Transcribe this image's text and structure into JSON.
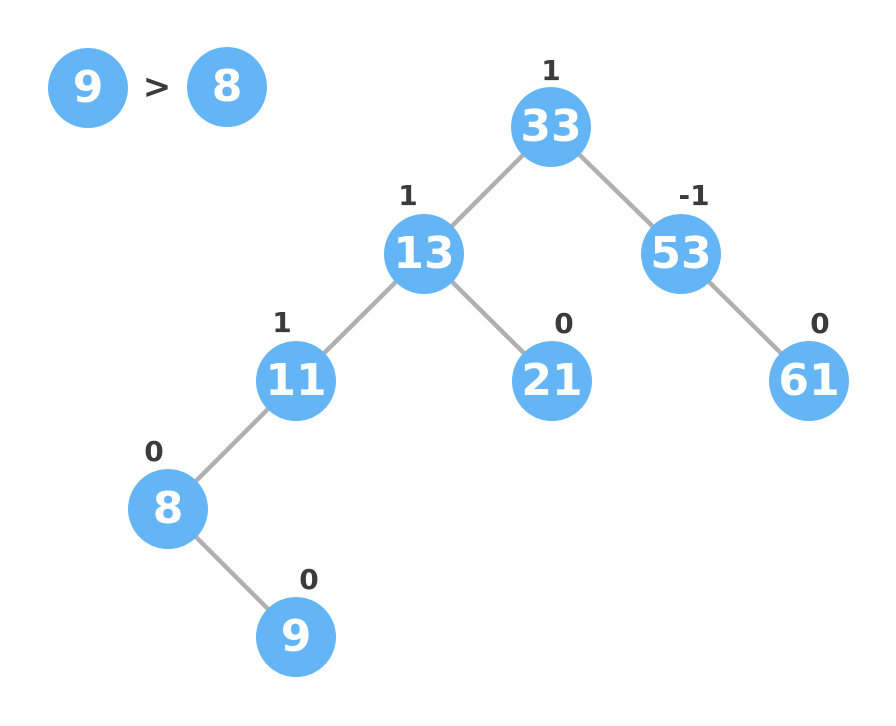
{
  "comparison": {
    "left_value": "9",
    "operator": ">",
    "right_value": "8"
  },
  "tree": {
    "nodes": [
      {
        "value": "33",
        "balance_factor": "1"
      },
      {
        "value": "13",
        "balance_factor": "1"
      },
      {
        "value": "53",
        "balance_factor": "-1"
      },
      {
        "value": "11",
        "balance_factor": "1"
      },
      {
        "value": "21",
        "balance_factor": "0"
      },
      {
        "value": "61",
        "balance_factor": "0"
      },
      {
        "value": "8",
        "balance_factor": "0"
      },
      {
        "value": "9",
        "balance_factor": "0"
      }
    ],
    "edges": [
      {
        "from": "33",
        "to": "13"
      },
      {
        "from": "33",
        "to": "53"
      },
      {
        "from": "13",
        "to": "11"
      },
      {
        "from": "13",
        "to": "21"
      },
      {
        "from": "53",
        "to": "61"
      },
      {
        "from": "11",
        "to": "8"
      },
      {
        "from": "8",
        "to": "9"
      }
    ]
  },
  "colors": {
    "node_fill": "#64b5f6",
    "node_text": "#ffffff",
    "balance_label": "#3b3b3b",
    "edge": "#b0b0b0",
    "background": "#ffffff"
  }
}
